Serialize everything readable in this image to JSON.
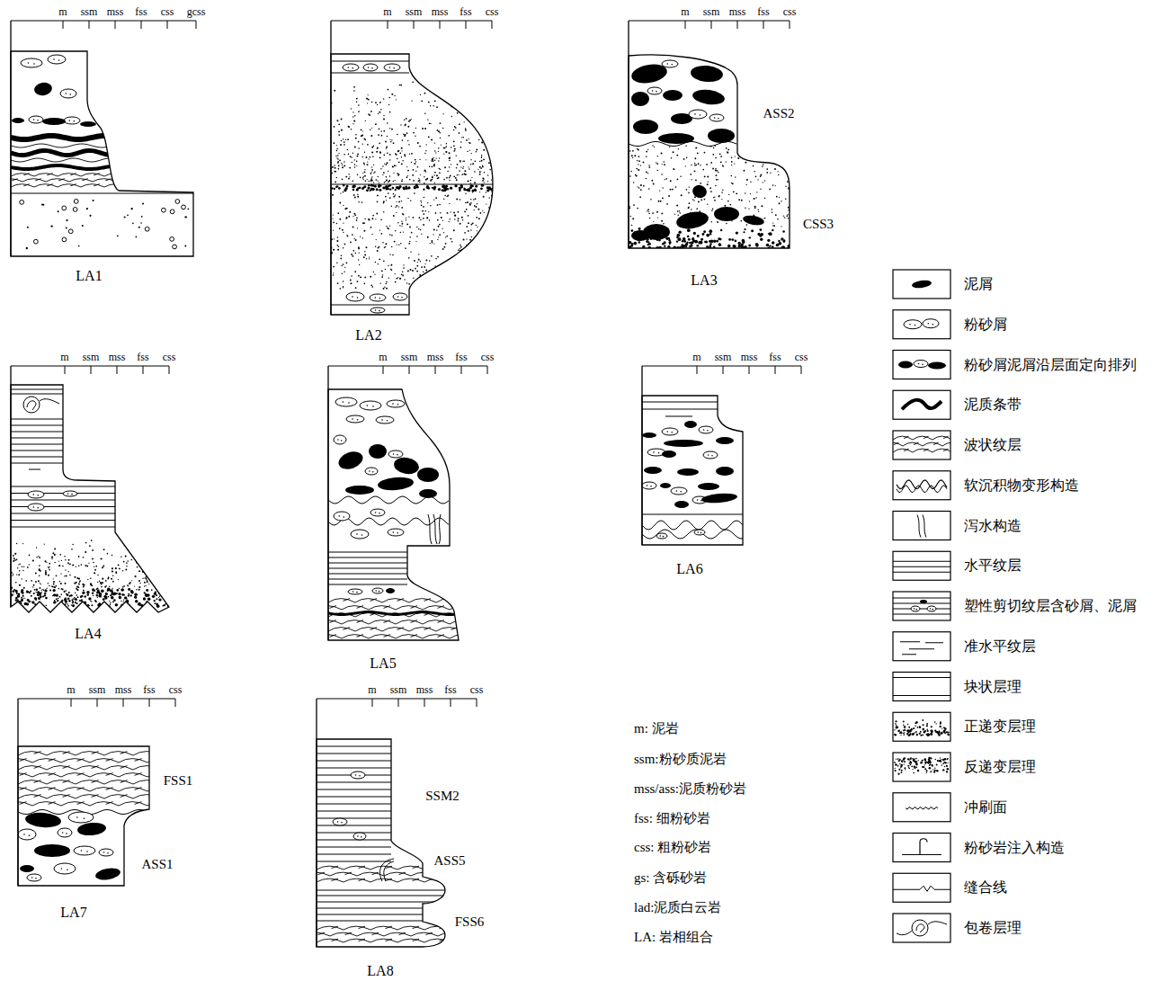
{
  "diagram": {
    "labels": [
      "m",
      "ssm",
      "mss",
      "fss",
      "css",
      "gcss",
      "LA1",
      "m",
      "ssm",
      "mss",
      "fss",
      "css",
      "LA2",
      "m",
      "ssm",
      "mss",
      "fss",
      "css",
      "ASS2",
      "CSS3",
      "LA3",
      "m",
      "ssm",
      "mss",
      "fss",
      "css",
      "LA4",
      "m",
      "ssm",
      "mss",
      "fss",
      "css",
      "LA5",
      "m",
      "ssm",
      "mss",
      "fss",
      "css",
      "LA6",
      "m",
      "ssm",
      "mss",
      "fss",
      "css",
      "FSS1",
      "ASS1",
      "LA7",
      "m",
      "ssm",
      "mss",
      "fss",
      "css",
      "SSM2",
      "ASS5",
      "FSS6",
      "LA8",
      "m: 泥岩",
      "ssm:粉砂质泥岩",
      "mss/ass:泥质粉砂岩",
      "fss: 细粉砂岩",
      "css: 粗粉砂岩",
      "gs: 含砾砂岩",
      "lad:泥质白云岩",
      "LA: 岩相组合"
    ],
    "legend": [
      {
        "text": "泥屑"
      },
      {
        "text": "粉砂屑"
      },
      {
        "text": "粉砂屑泥屑沿层面定向排列"
      },
      {
        "text": "泥质条带"
      },
      {
        "text": "波状纹层"
      },
      {
        "text": "软沉积物变形构造"
      },
      {
        "text": "泻水构造"
      },
      {
        "text": "水平纹层"
      },
      {
        "text": "塑性剪切纹层含砂屑、泥屑"
      },
      {
        "text": "准水平纹层"
      },
      {
        "text": "块状层理"
      },
      {
        "text": "正递变层理"
      },
      {
        "text": "反递变层理"
      },
      {
        "text": "冲刷面"
      },
      {
        "text": "粉砂岩注入构造"
      },
      {
        "text": "缝合线"
      },
      {
        "text": "包卷层理"
      }
    ]
  }
}
